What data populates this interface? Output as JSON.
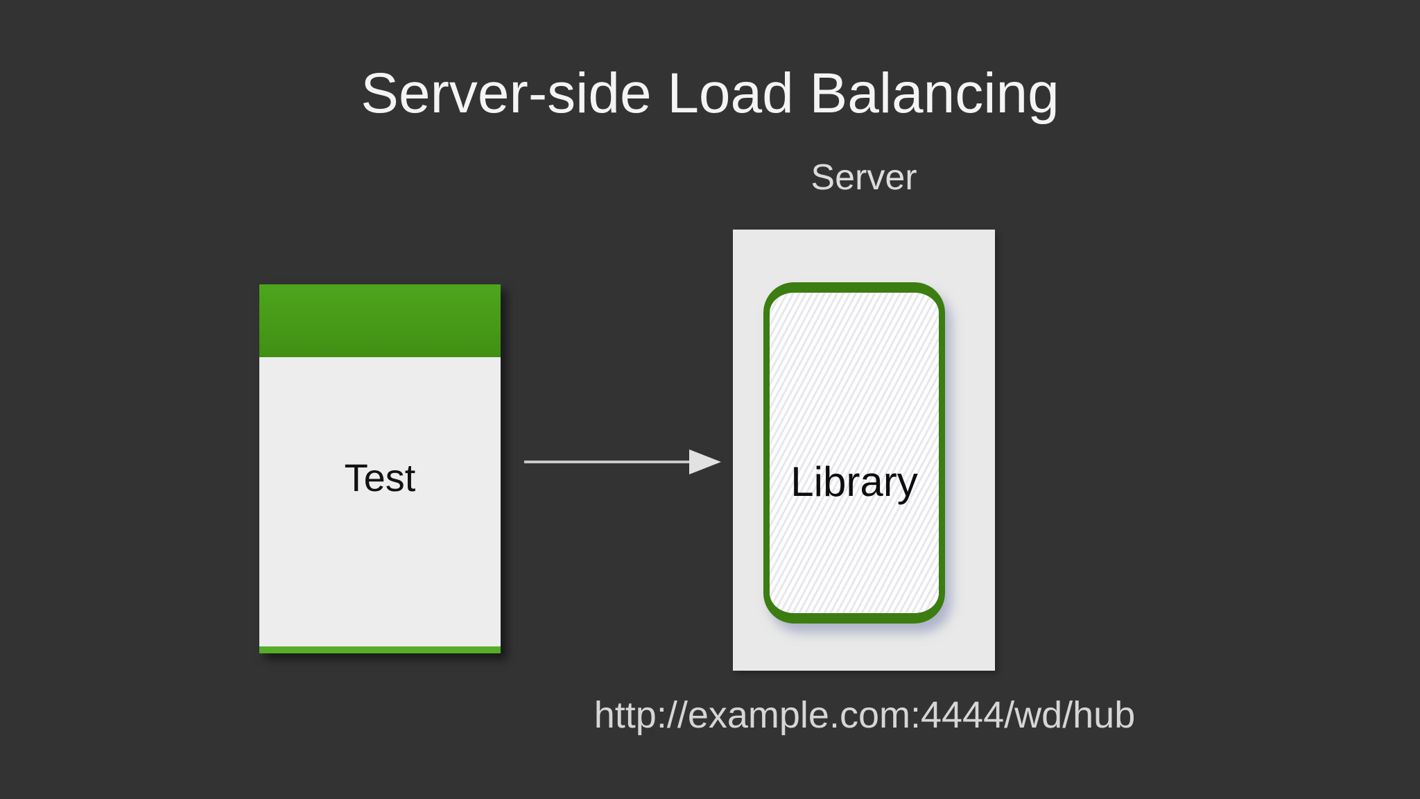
{
  "slide": {
    "title": "Server-side Load Balancing"
  },
  "diagram": {
    "test_node": {
      "label": "Test"
    },
    "server_group": {
      "caption": "Server"
    },
    "library_node": {
      "label": "Library"
    },
    "arrow": {
      "name": "test-to-server-arrow",
      "direction": "right"
    },
    "hub_url": "http://example.com:4444/wd/hub"
  },
  "colors": {
    "background": "#333333",
    "green_light": "#4da61c",
    "green_mid": "#418f14",
    "green_strip": "#55ad28",
    "green_dark": "#3b7d11",
    "node_body": "#ededed",
    "group_bg": "#e9e9e9",
    "arrow": "#c9c9c9"
  }
}
